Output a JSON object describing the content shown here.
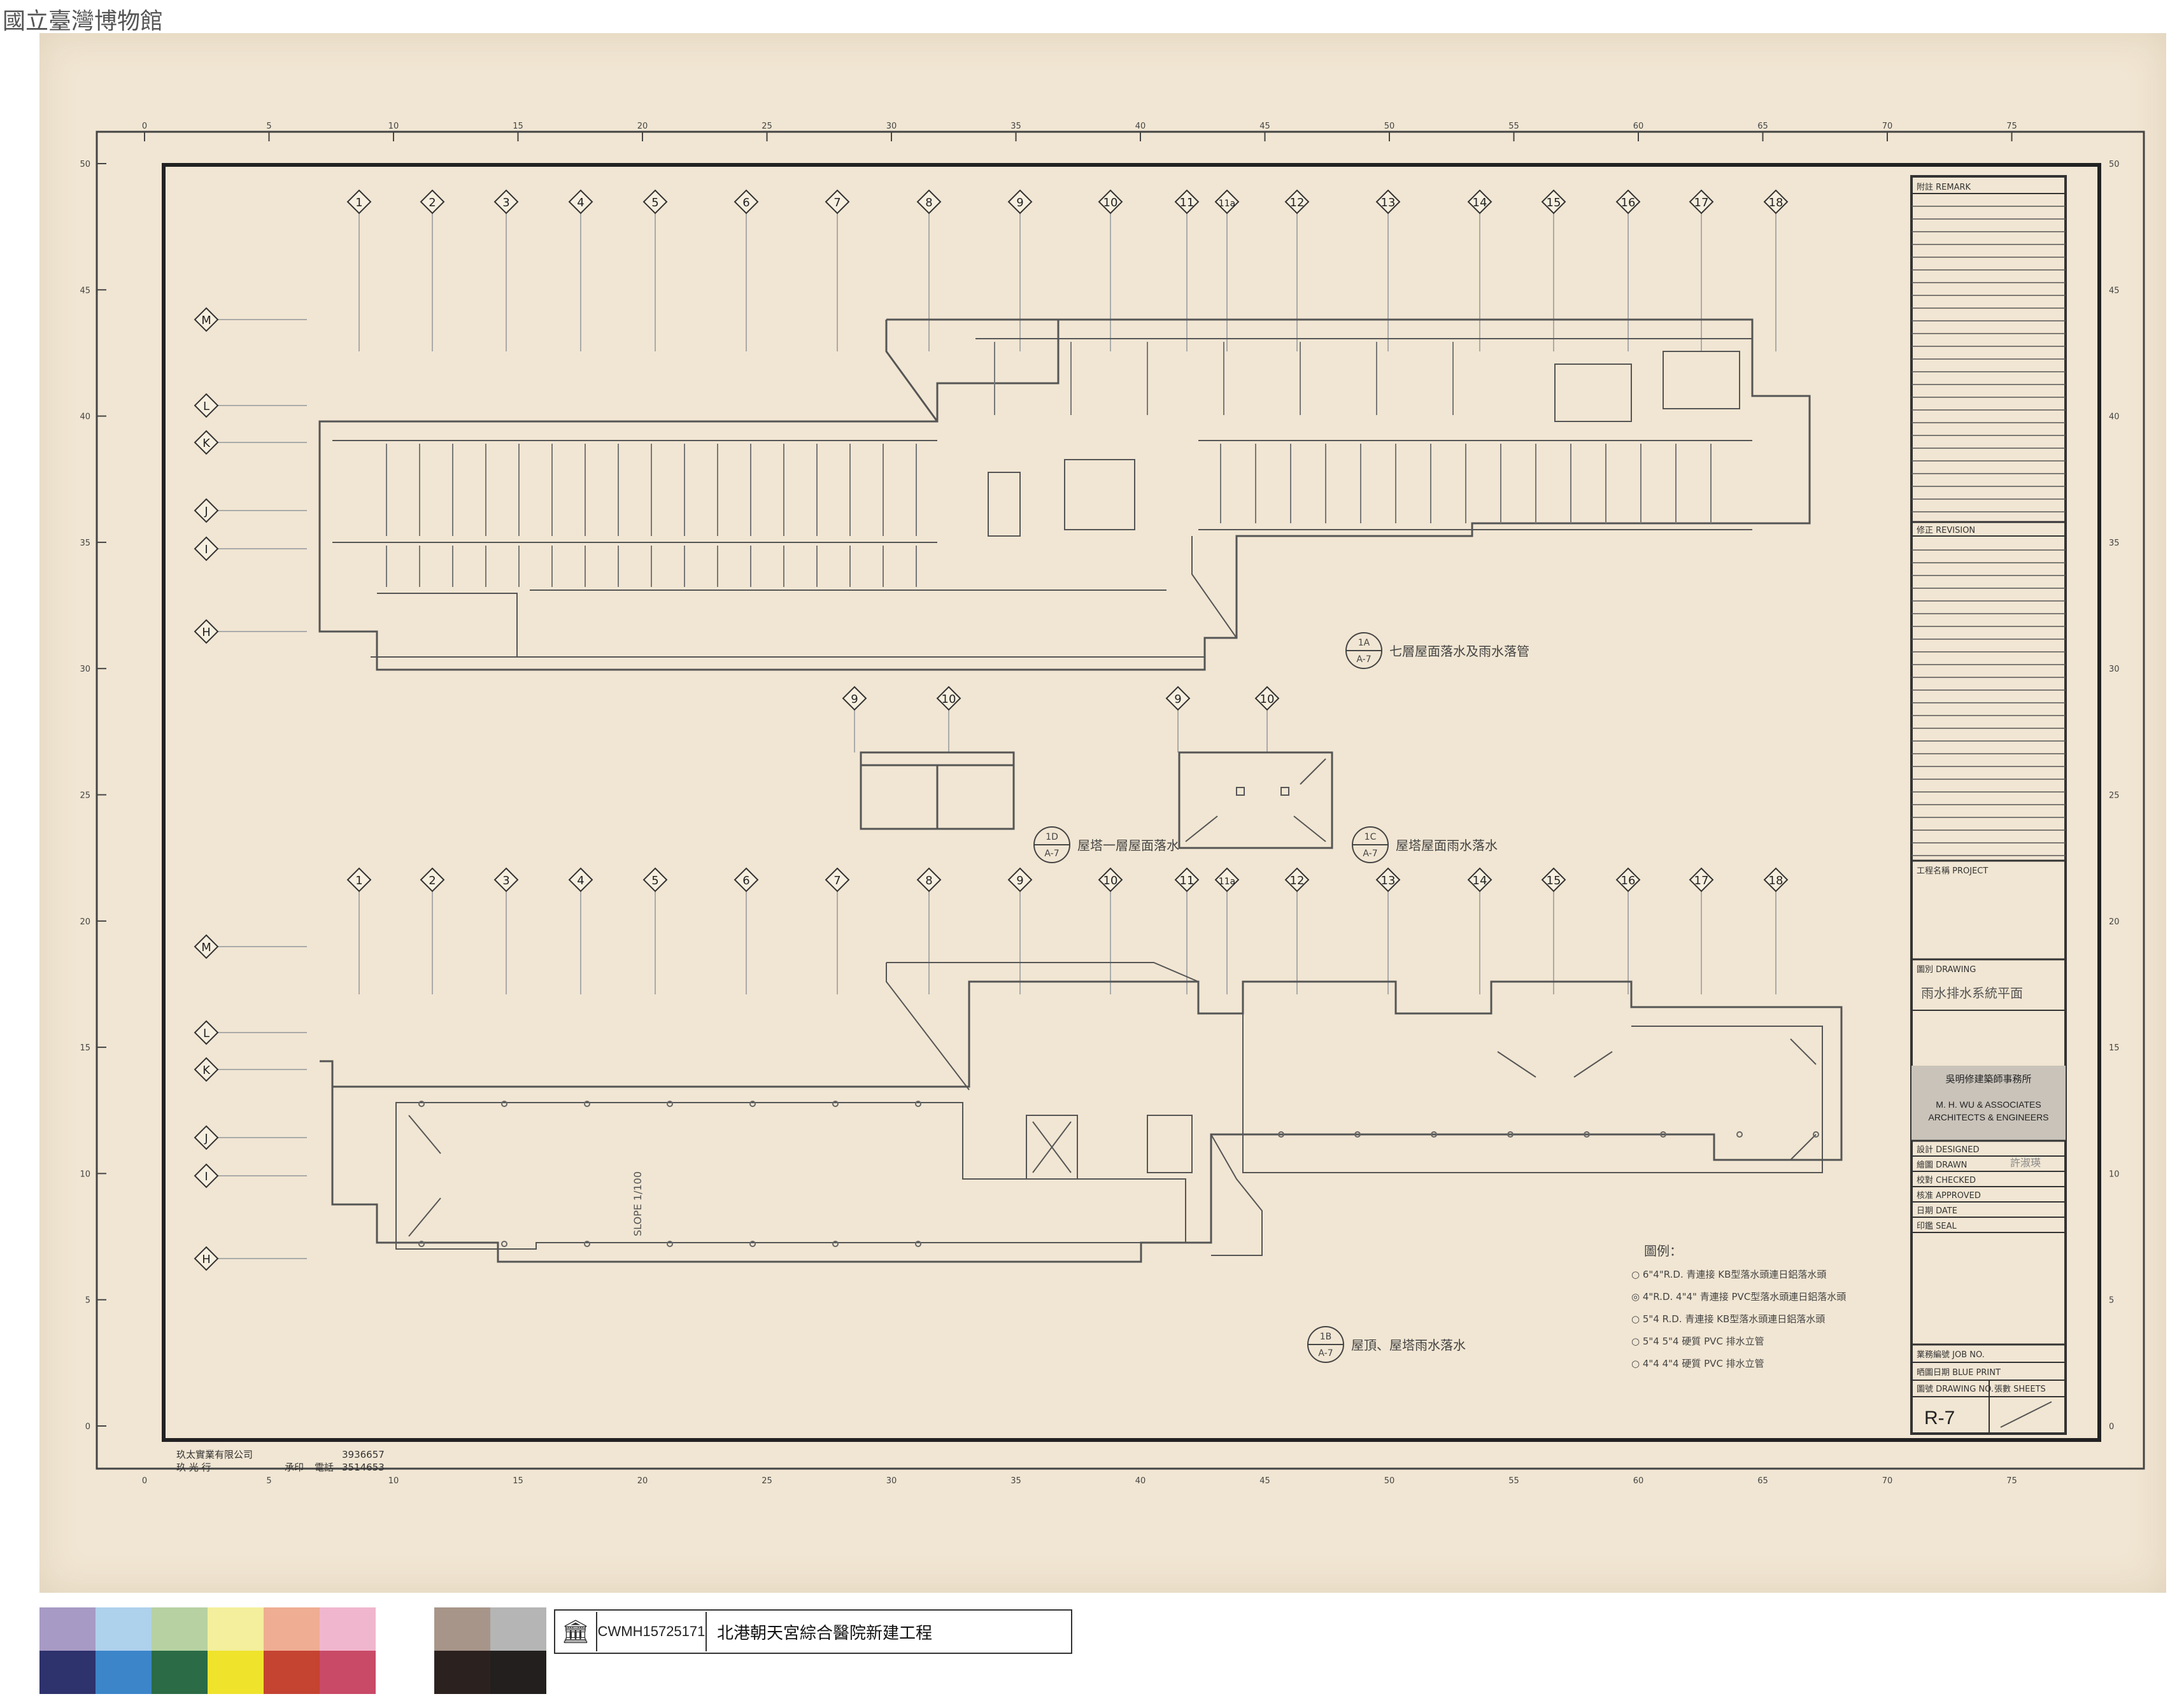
{
  "museum_mark": "國立臺灣博物館",
  "sheet": {
    "ruler_top": [
      "0",
      "5",
      "10",
      "15",
      "20",
      "25",
      "30",
      "35",
      "40",
      "45",
      "50",
      "55",
      "60",
      "65",
      "70",
      "75"
    ],
    "ruler_side": [
      "50",
      "45",
      "40",
      "35",
      "30",
      "25",
      "20",
      "15",
      "10",
      "5",
      "0"
    ],
    "grid_cols": [
      "1",
      "2",
      "3",
      "4",
      "5",
      "6",
      "7",
      "8",
      "9",
      "10",
      "11",
      "11a",
      "12",
      "13",
      "14",
      "15",
      "16",
      "17",
      "18"
    ],
    "grid_rows": [
      "M",
      "L",
      "K",
      "J",
      "I",
      "H"
    ],
    "section_cols": [
      "9",
      "10"
    ],
    "callouts": {
      "a": {
        "ref": "1A",
        "sheet": "A-7",
        "text": "七層屋面落水及雨水落管"
      },
      "d": {
        "ref": "1D",
        "sheet": "A-7",
        "text": "屋塔一層屋面落水"
      },
      "c": {
        "ref": "1C",
        "sheet": "A-7",
        "text": "屋塔屋面雨水落水"
      },
      "b": {
        "ref": "1B",
        "sheet": "A-7",
        "text": "屋頂、屋塔雨水落水"
      }
    },
    "slope_label": "SLOPE 1/100",
    "legend": {
      "title": "圖例：",
      "items": [
        "○ 6\"4\"R.D. 青連接 KB型落水頭連日鋁落水頭",
        "◎ 4\"R.D. 4\"4\" 青連接 PVC型落水頭連日鋁落水頭",
        "○ 5\"4 R.D. 青連接 KB型落水頭連日鋁落水頭",
        "○ 5\"4   5\"4 硬質 PVC 排水立管",
        "○ 4\"4   4\"4 硬質 PVC 排水立管"
      ]
    },
    "printer": {
      "line1": "玖太實業有限公司",
      "line2": "玖   光   行",
      "note": "承印",
      "phone_label": "電話",
      "phones": [
        "3936657",
        "3514653"
      ]
    },
    "title_block": {
      "remark": "附註 REMARK",
      "revision": "修正 REVISION",
      "project": "工程名稱 PROJECT",
      "drawing_label": "圖別 DRAWING",
      "drawing_title": "雨水排水系統平面",
      "firm_cn": "吳明修建築師事務所",
      "firm_en1": "M. H. WU & ASSOCIATES",
      "firm_en2": "ARCHITECTS & ENGINEERS",
      "rows": [
        "設計 DESIGNED",
        "繪圖 DRAWN",
        "校對 CHECKED",
        "核准 APPROVED",
        "日期 DATE",
        "印鑑 SEAL"
      ],
      "drawn_by": "許淑瑛",
      "job_no": "業務編號 JOB NO.",
      "blue_print": "晒圖日期 BLUE PRINT",
      "drawing_no": "圖號 DRAWING NO.",
      "sheets": "張數 SHEETS",
      "sheet_code": "R-7"
    }
  },
  "footer": {
    "catalog_id": "CWMH15725171",
    "project_title": "北港朝天宮綜合醫院新建工程",
    "swatches_top": [
      "#a79ac4",
      "#aed1ec",
      "#b7d1a2",
      "#f3ef9c",
      "#efad93",
      "#f0b6cd",
      "#a79589",
      "#b5b5b5"
    ],
    "swatches_bottom": [
      "#2e326d",
      "#3c85c9",
      "#2b6b45",
      "#efe32c",
      "#c54331",
      "#c84a67",
      "#2b2220",
      "#231f1e"
    ]
  }
}
